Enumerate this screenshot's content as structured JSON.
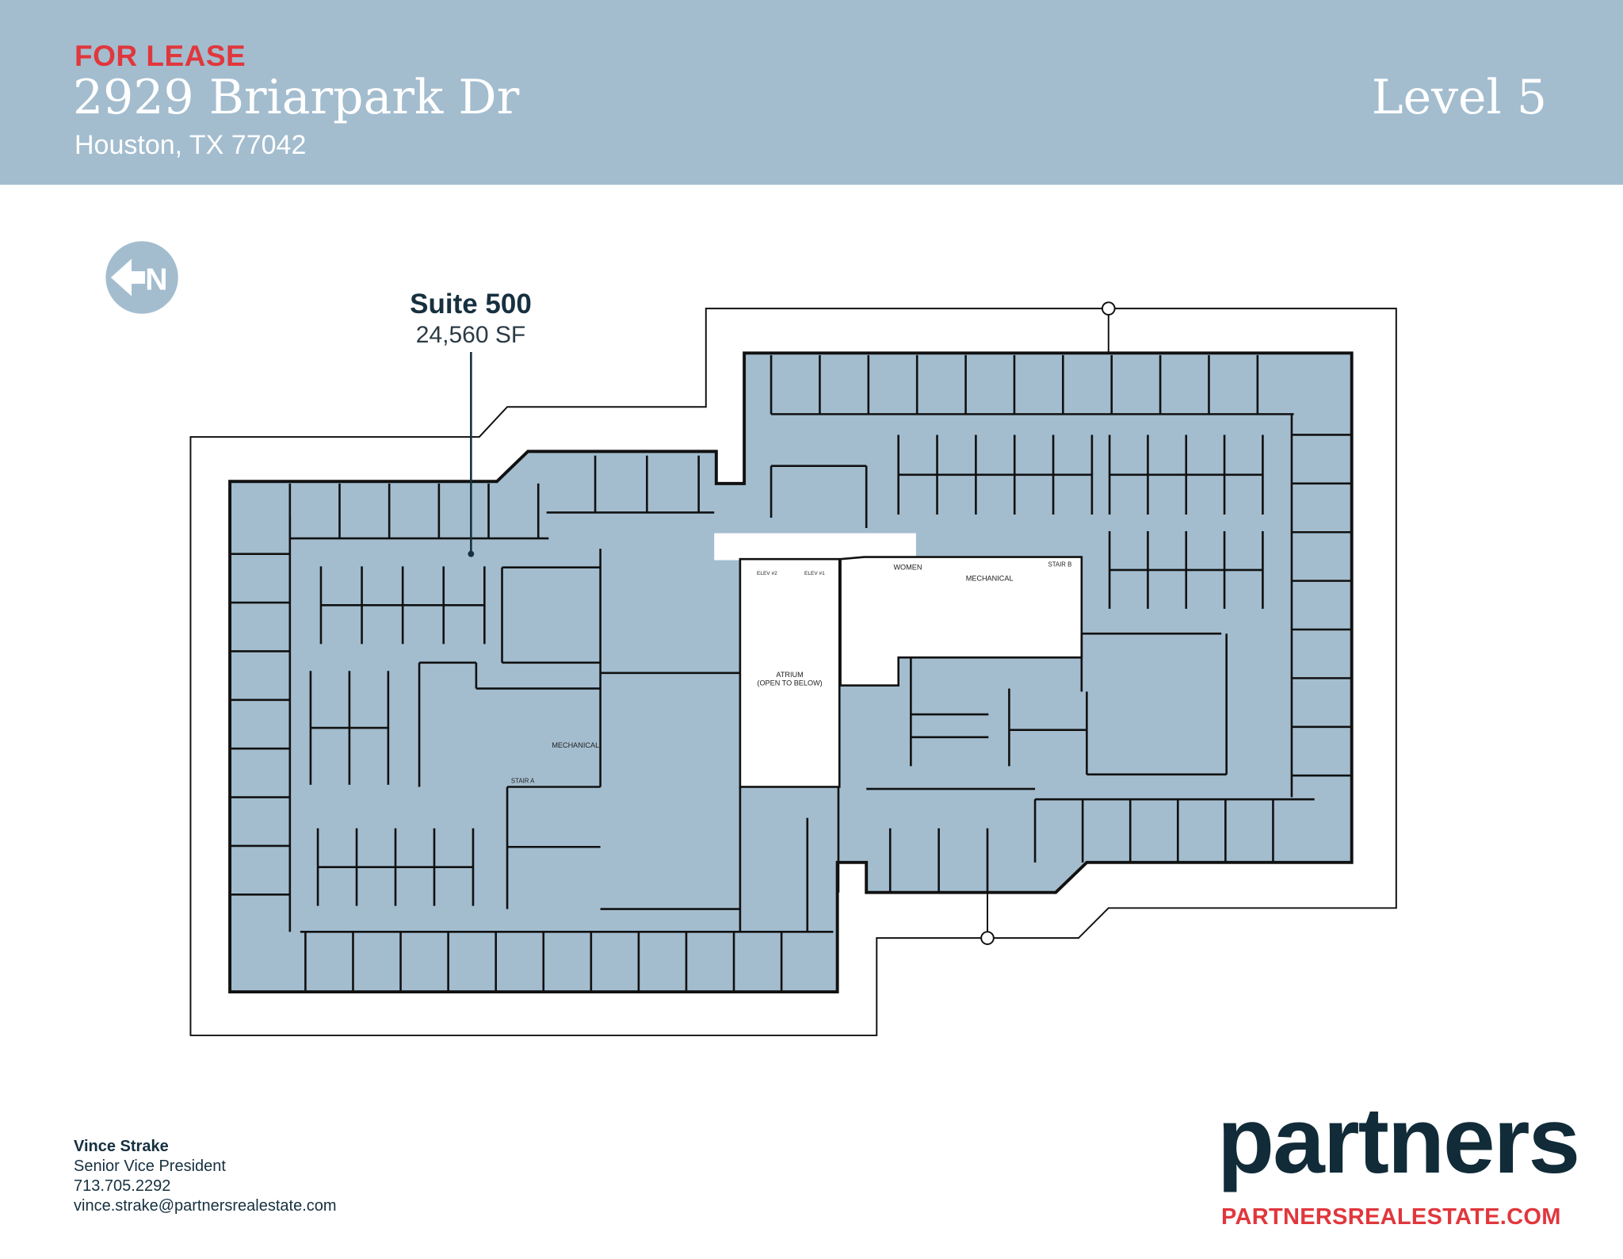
{
  "header": {
    "status": "FOR LEASE",
    "address": "2929 Briarpark Dr",
    "city": "Houston, TX 77042",
    "level": "Level 5"
  },
  "colors": {
    "header_bg": "#a3bdcf",
    "accent_red": "#e0373d",
    "navy": "#112b38",
    "space_fill": "#a3bdcf"
  },
  "north_arrow": {
    "icon": "north-arrow-icon",
    "label": "N"
  },
  "suite": {
    "name": "Suite 500",
    "area": "24,560 SF"
  },
  "plan_labels": {
    "atrium": "ATRIUM",
    "atrium_note": "(OPEN TO BELOW)",
    "elev2": "ELEV #2",
    "elev1": "ELEV #1",
    "women": "WOMEN",
    "mech_east": "MECHANICAL",
    "stair_b": "STAIR B",
    "mech_west": "MECHANICAL",
    "stair_a": "STAIR A"
  },
  "contact": {
    "name": "Vince Strake",
    "title": "Senior Vice President",
    "phone": "713.705.2292",
    "email": "vince.strake@partnersrealestate.com"
  },
  "brand": {
    "logo": "partners",
    "website": "PARTNERSREALESTATE.COM"
  }
}
